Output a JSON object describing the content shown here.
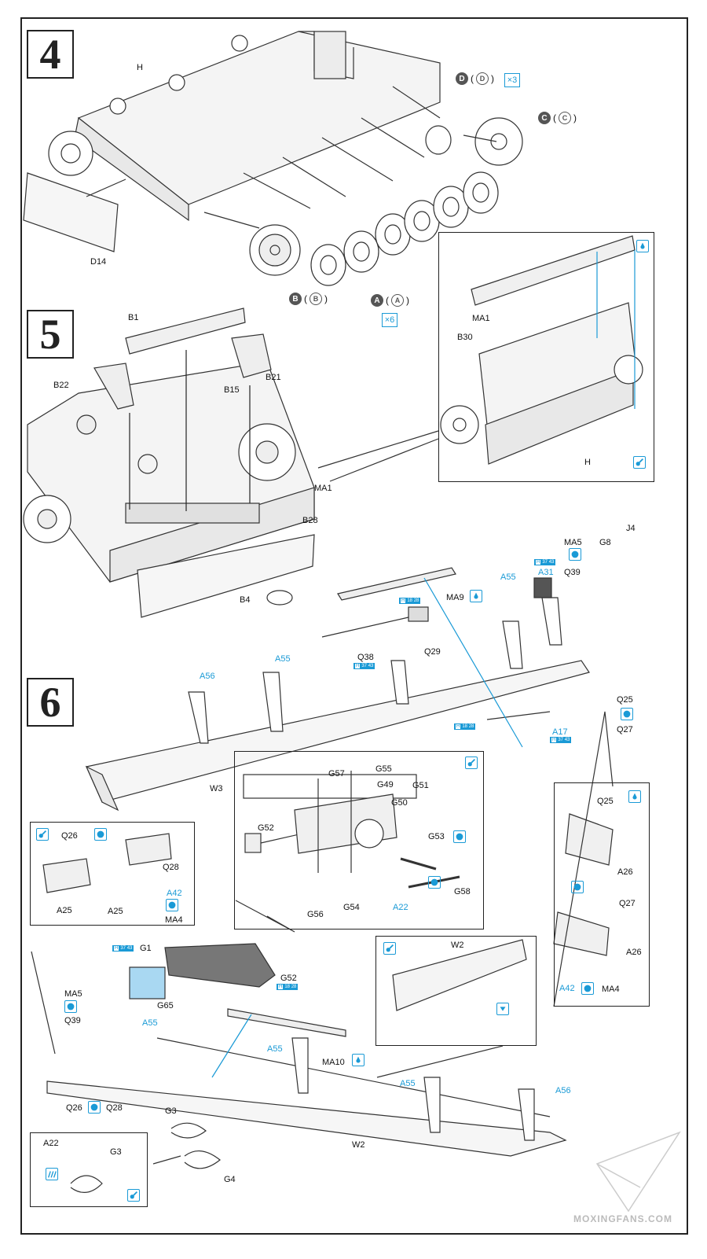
{
  "steps": {
    "s4": "4",
    "s5": "5",
    "s6": "6"
  },
  "step4": {
    "labels": {
      "H": "H",
      "D14": "D14"
    },
    "callouts": {
      "D": "D",
      "C": "C",
      "B": "B",
      "A": "A"
    },
    "mult_d": "×3",
    "mult_a": "×6"
  },
  "step5": {
    "labels": {
      "B1": "B1",
      "B22": "B22",
      "B21": "B21",
      "B15": "B15",
      "MA1": "MA1",
      "B28": "B28",
      "B4": "B4"
    },
    "inset_labels": {
      "MA1": "MA1",
      "B30": "B30",
      "H": "H"
    }
  },
  "step6": {
    "labels": {
      "J4": "J4",
      "G8": "G8",
      "MA5_top": "MA5",
      "A55_top": "A55",
      "A31": "A31",
      "Q39_top": "Q39",
      "MA9": "MA9",
      "Q38": "Q38",
      "Q29": "Q29",
      "A56_top": "A56",
      "A55_mid": "A55",
      "Q25": "Q25",
      "Q27": "Q27",
      "A17": "A17",
      "W3": "W3",
      "G57": "G57",
      "G55": "G55",
      "G49": "G49",
      "G51": "G51",
      "G50": "G50",
      "G52_inset": "G52",
      "G53": "G53",
      "G58": "G58",
      "G56": "G56",
      "G54": "G54",
      "A22_inset": "A22",
      "Q26_inset": "Q26",
      "A25_a": "A25",
      "A25_b": "A25",
      "Q28_inset": "Q28",
      "A42_inset": "A42",
      "MA4_inset": "MA4",
      "Q25_inset": "Q25",
      "A26_a": "A26",
      "Q27_inset": "Q27",
      "A26_b": "A26",
      "A42_right": "A42",
      "MA4_right": "MA4",
      "G1": "G1",
      "G65": "G65",
      "G52": "G52",
      "W2_inset": "W2",
      "MA5_bottom": "MA5",
      "Q39_bottom": "Q39",
      "A55_b1": "A55",
      "A55_b2": "A55",
      "MA10": "MA10",
      "A55_b3": "A55",
      "A56_bottom": "A56",
      "Q26": "Q26",
      "Q28": "Q28",
      "G3_top": "G3",
      "W2": "W2",
      "A22": "A22",
      "G3": "G3",
      "G4": "G4"
    },
    "paint_codes": {
      "h": "H",
      "c18": "18",
      "c28": "28",
      "c37": "37",
      "c43": "43"
    }
  },
  "watermark": "MOXINGFANS.COM",
  "colors": {
    "accent": "#1a9ad6",
    "ink": "#222222",
    "callout": "#555555"
  }
}
